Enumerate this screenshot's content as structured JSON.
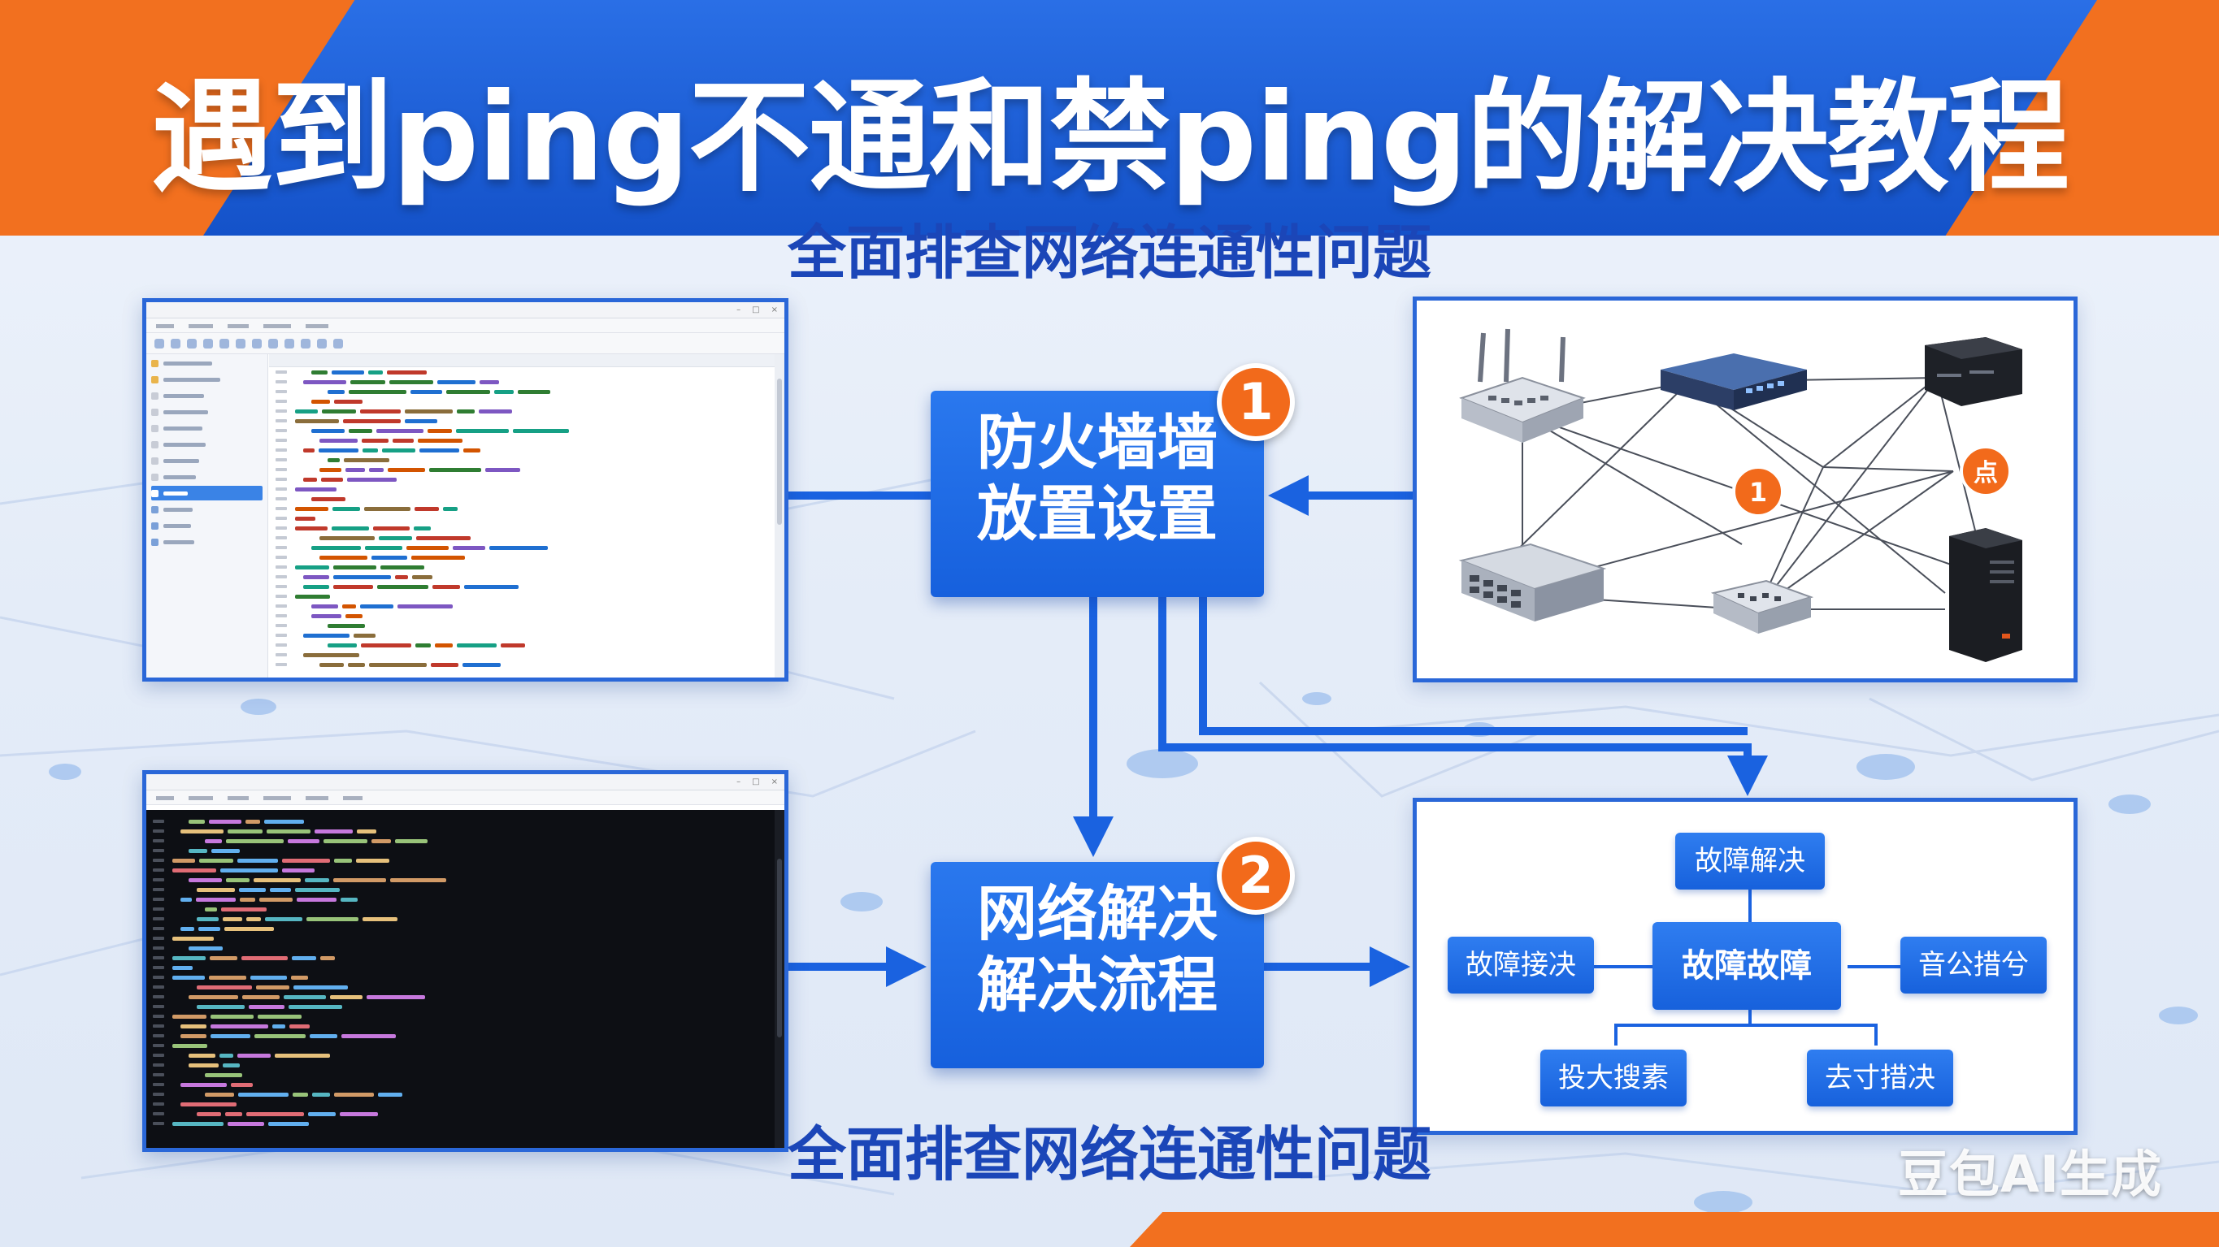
{
  "title": "遇到ping不通和禁ping的解决教程",
  "subtitle_top": "全面排查网络连通性问题",
  "subtitle_bottom": "全面排查网络连通性问题",
  "steps": [
    {
      "number": "1",
      "line1": "防火墙墙",
      "line2": "放置设置"
    },
    {
      "number": "2",
      "line1": "网络解决",
      "line2": "解决流程"
    }
  ],
  "network_diagram": {
    "node_labels": [
      "1",
      "点"
    ]
  },
  "flow_tree": {
    "top": "故障解决",
    "left": "故障接决",
    "center": "故障故障",
    "right": "音公措兮",
    "bottom_left": "投大搜素",
    "bottom_right": "去寸措决"
  },
  "watermark": "豆包AI生成",
  "colors": {
    "primary_blue": "#1660dd",
    "accent_orange": "#f2701f",
    "title_text": "#ffffff",
    "subtitle_text": "#1b46b8"
  }
}
